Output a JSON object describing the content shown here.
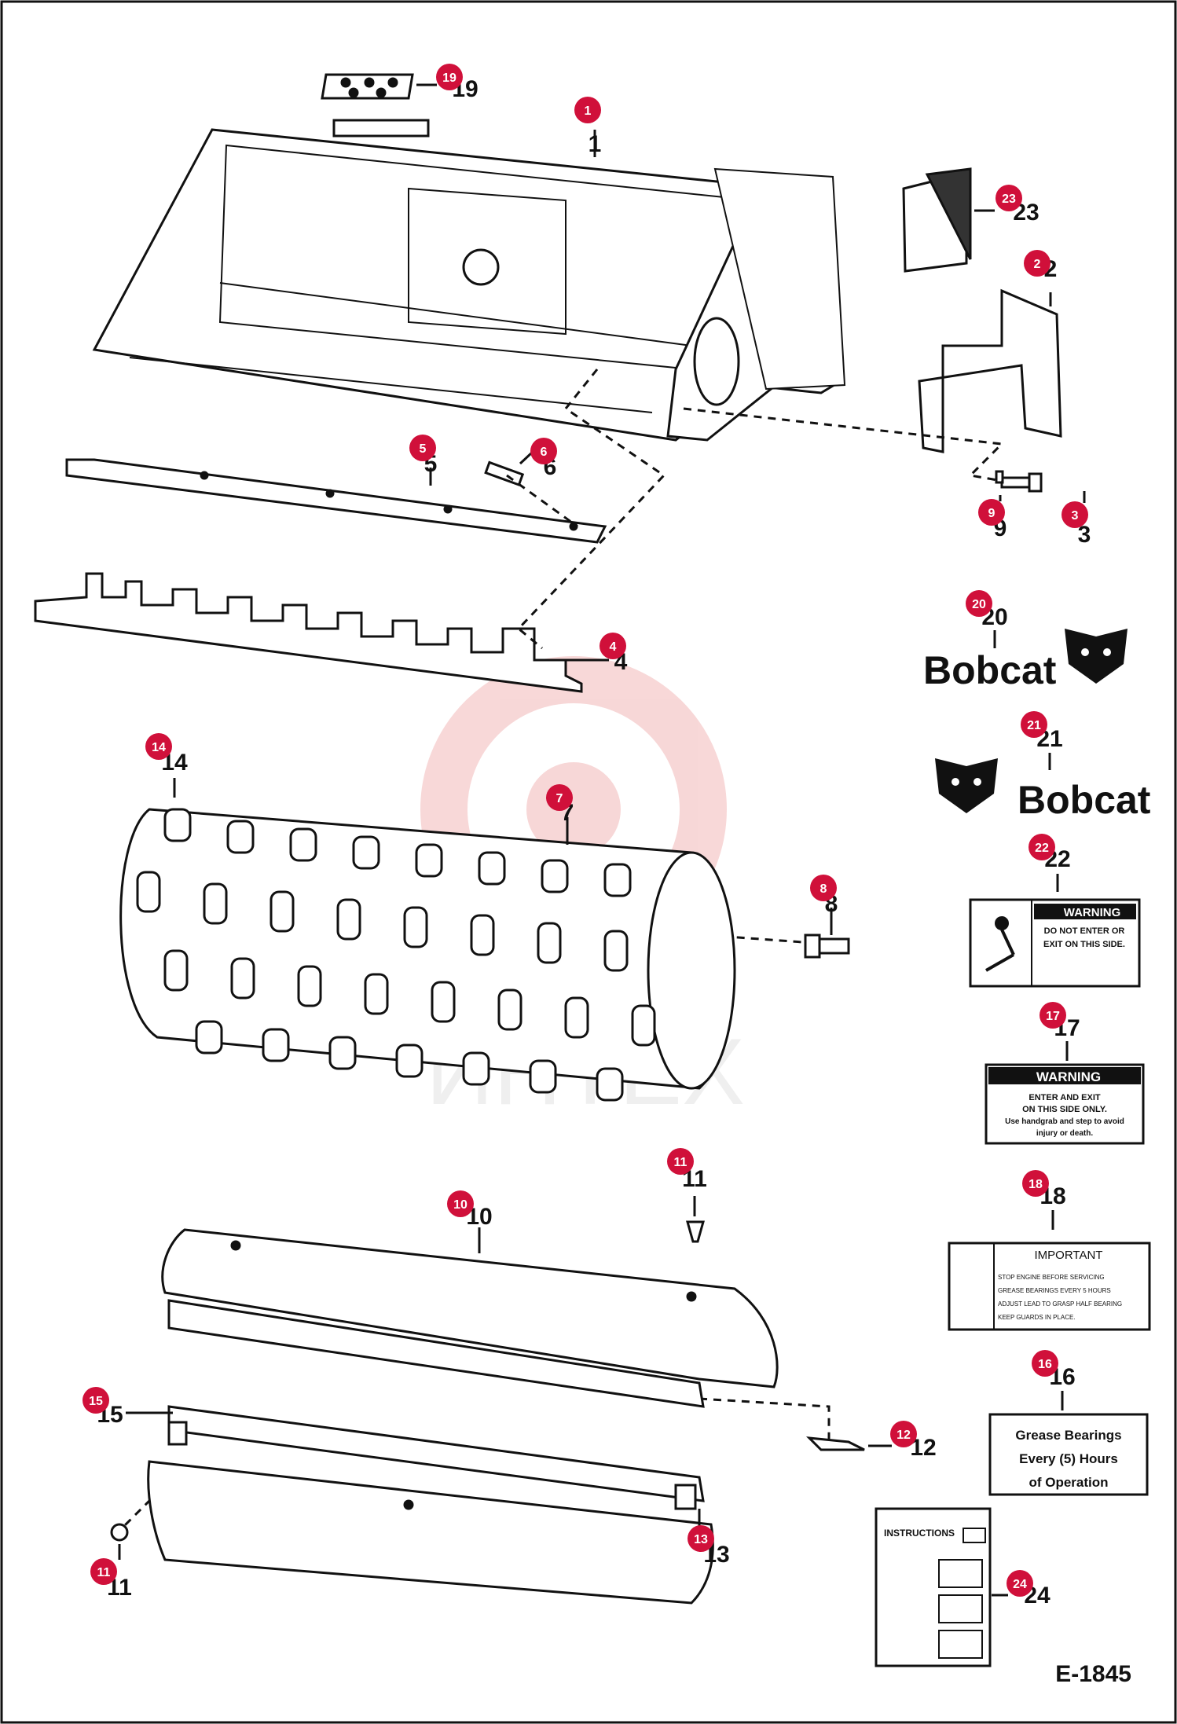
{
  "figure_id": "E-1845",
  "colors": {
    "badge": "#d0103a",
    "line": "#111111",
    "watermark": "#f2b8b8"
  },
  "watermark_text": "ИНТЕХ",
  "parts": [
    {
      "n": "1",
      "label": "1"
    },
    {
      "n": "2",
      "label": "2"
    },
    {
      "n": "3",
      "label": "3"
    },
    {
      "n": "4",
      "label": "4"
    },
    {
      "n": "5",
      "label": "5"
    },
    {
      "n": "6",
      "label": "6"
    },
    {
      "n": "7",
      "label": "7"
    },
    {
      "n": "8",
      "label": "8"
    },
    {
      "n": "9",
      "label": "9"
    },
    {
      "n": "10",
      "label": "10"
    },
    {
      "n": "11",
      "label": "11"
    },
    {
      "n": "12",
      "label": "12"
    },
    {
      "n": "13",
      "label": "13"
    },
    {
      "n": "14",
      "label": "14"
    },
    {
      "n": "15",
      "label": "15"
    },
    {
      "n": "16",
      "label": "16"
    },
    {
      "n": "17",
      "label": "17"
    },
    {
      "n": "18",
      "label": "18"
    },
    {
      "n": "19",
      "label": "19"
    },
    {
      "n": "20",
      "label": "20"
    },
    {
      "n": "21",
      "label": "21"
    },
    {
      "n": "22",
      "label": "22"
    },
    {
      "n": "23",
      "label": "23"
    },
    {
      "n": "24",
      "label": "24"
    }
  ],
  "decals": {
    "bobcat_logo_text": "Bobcat",
    "warning_22": {
      "header": "WARNING",
      "line1": "DO NOT ENTER OR",
      "line2": "EXIT ON THIS SIDE."
    },
    "warning_17": {
      "header": "WARNING",
      "line1": "ENTER AND EXIT",
      "line2": "ON THIS SIDE ONLY.",
      "line3": "Use handgrab and step to avoid",
      "line4": "injury or death."
    },
    "important_18": {
      "header": "IMPORTANT",
      "line1": "STOP ENGINE BEFORE SERVICING",
      "line2": "GREASE BEARINGS EVERY 5 HOURS",
      "line3": "ADJUST LEAD TO GRASP HALF BEARING",
      "line4": "KEEP GUARDS IN PLACE."
    },
    "grease_16": {
      "line1": "Grease Bearings",
      "line2": "Every (5) Hours",
      "line3": "of Operation"
    },
    "instructions_24": {
      "title": "INSTRUCTIONS"
    }
  }
}
